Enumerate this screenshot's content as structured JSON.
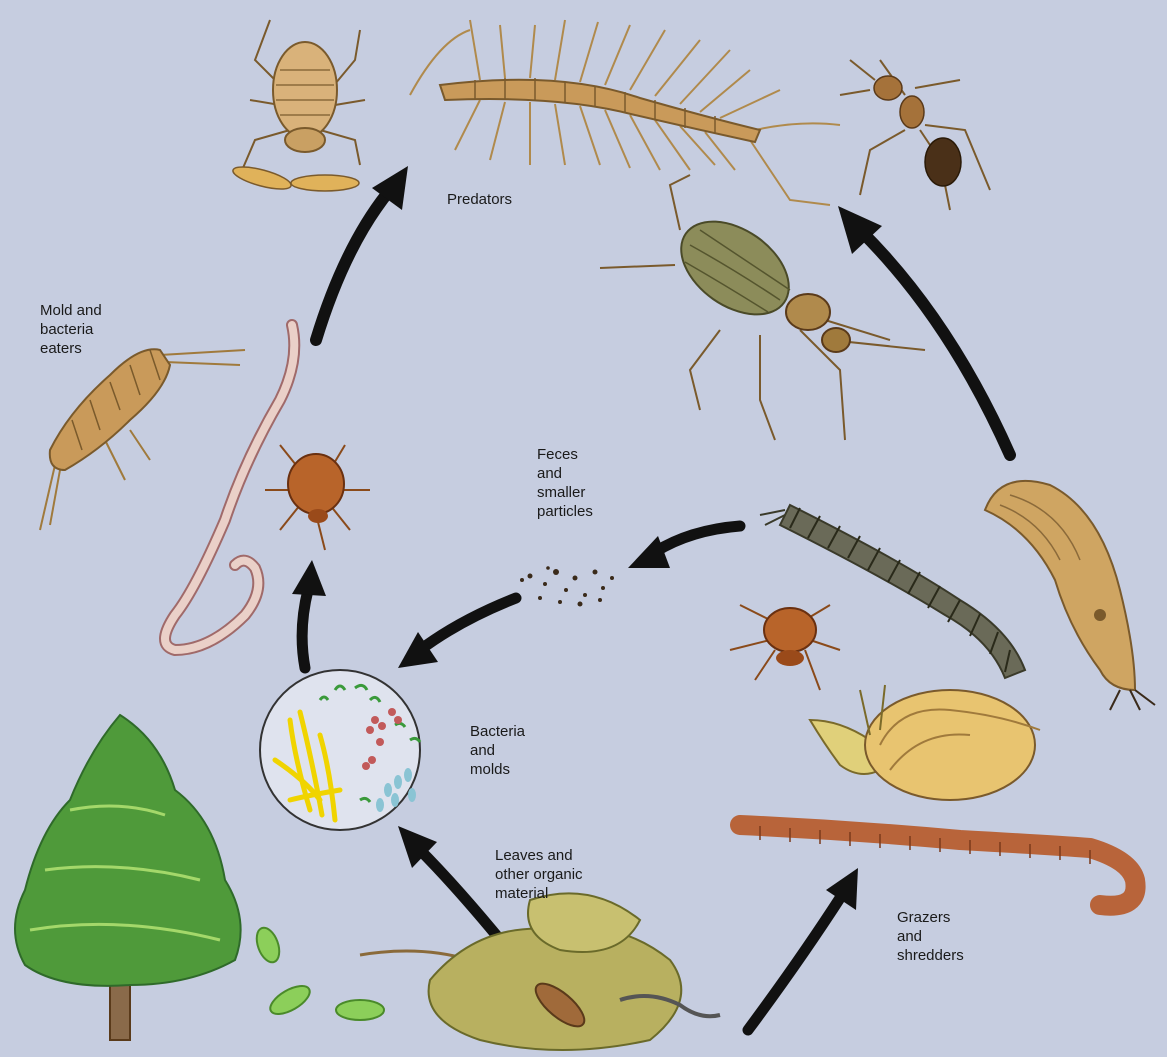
{
  "labels": {
    "predators": "Predators",
    "mold_eaters": "Mold and\nbacteria\neaters",
    "feces": "Feces\nand\nsmaller\nparticles",
    "bacteria": "Bacteria\nand\nmolds",
    "leaves": "Leaves and\nother organic\nmaterial",
    "grazers": "Grazers\nand\nshredders"
  },
  "colors": {
    "background": "#c6cde0",
    "arrow": "#111111",
    "organism_brown": "#b98a4a",
    "tree_green": "#4f9a3a"
  }
}
